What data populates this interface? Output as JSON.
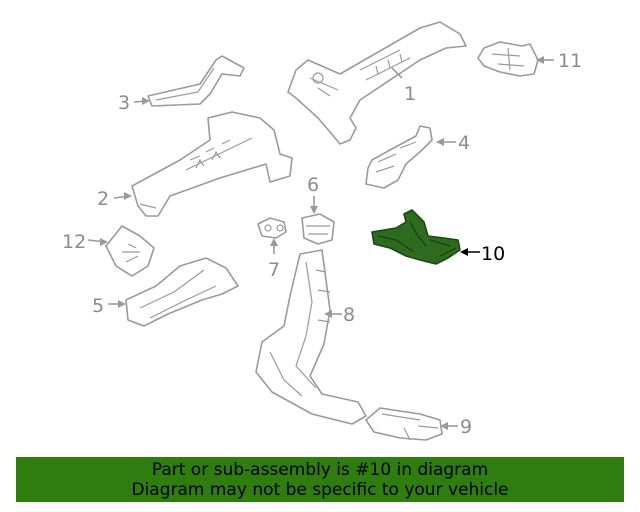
{
  "callouts": {
    "c1": "1",
    "c2": "2",
    "c3": "3",
    "c4": "4",
    "c5": "5",
    "c6": "6",
    "c7": "7",
    "c8": "8",
    "c9": "9",
    "c10": "10",
    "c11": "11",
    "c12": "12"
  },
  "highlighted_part": "10",
  "colors": {
    "highlight": "#2e6b1f",
    "banner": "#2e7d0e",
    "linework": "#9a9a9a"
  },
  "banner": {
    "line1": "Part or sub-assembly is #10 in diagram",
    "line2": "Diagram may not be specific to your vehicle"
  }
}
